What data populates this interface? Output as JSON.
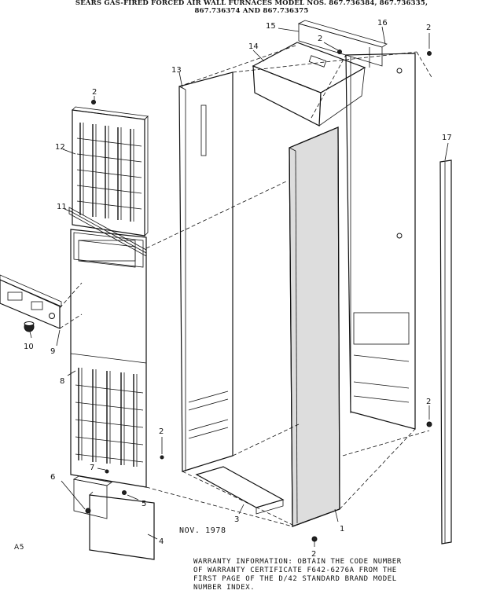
{
  "header": {
    "title": "SEARS GAS-FIRED FORCED AIR WALL FURNACES MODEL NOS. 867.736384, 867.736335,\n867.736374 AND 867.736375"
  },
  "callouts": [
    "2",
    "2",
    "2",
    "2",
    "2",
    "3",
    "4",
    "5",
    "6",
    "7",
    "8",
    "9",
    "10",
    "11",
    "12",
    "13",
    "14",
    "15",
    "16",
    "17",
    "1",
    "2"
  ],
  "date_note": "NOV. 1978",
  "page_id": "A5",
  "warranty_note": "WARRANTY INFORMATION:  OBTAIN THE CODE NUMBER\nOF WARRANTY CERTIFICATE F642-6276A FROM THE\nFIRST PAGE OF THE D/42 STANDARD BRAND MODEL\nNUMBER INDEX."
}
